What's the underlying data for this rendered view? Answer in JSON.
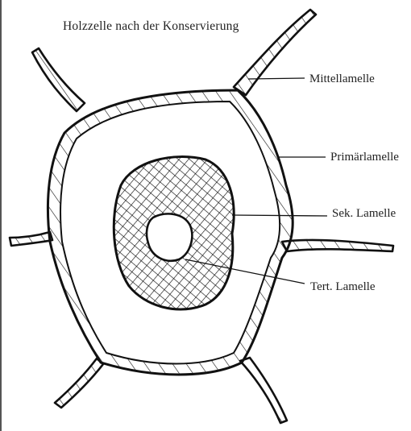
{
  "diagram": {
    "title": "Holzzelle nach der Konservierung",
    "labels": {
      "middle_lamella": "Mittellamelle",
      "primary_lamella": "Primärlamelle",
      "secondary_lamella": "Sek. Lamelle",
      "tertiary_lamella": "Tert. Lamelle"
    }
  },
  "colors": {
    "ink": "#111111",
    "paper": "#ffffff"
  }
}
